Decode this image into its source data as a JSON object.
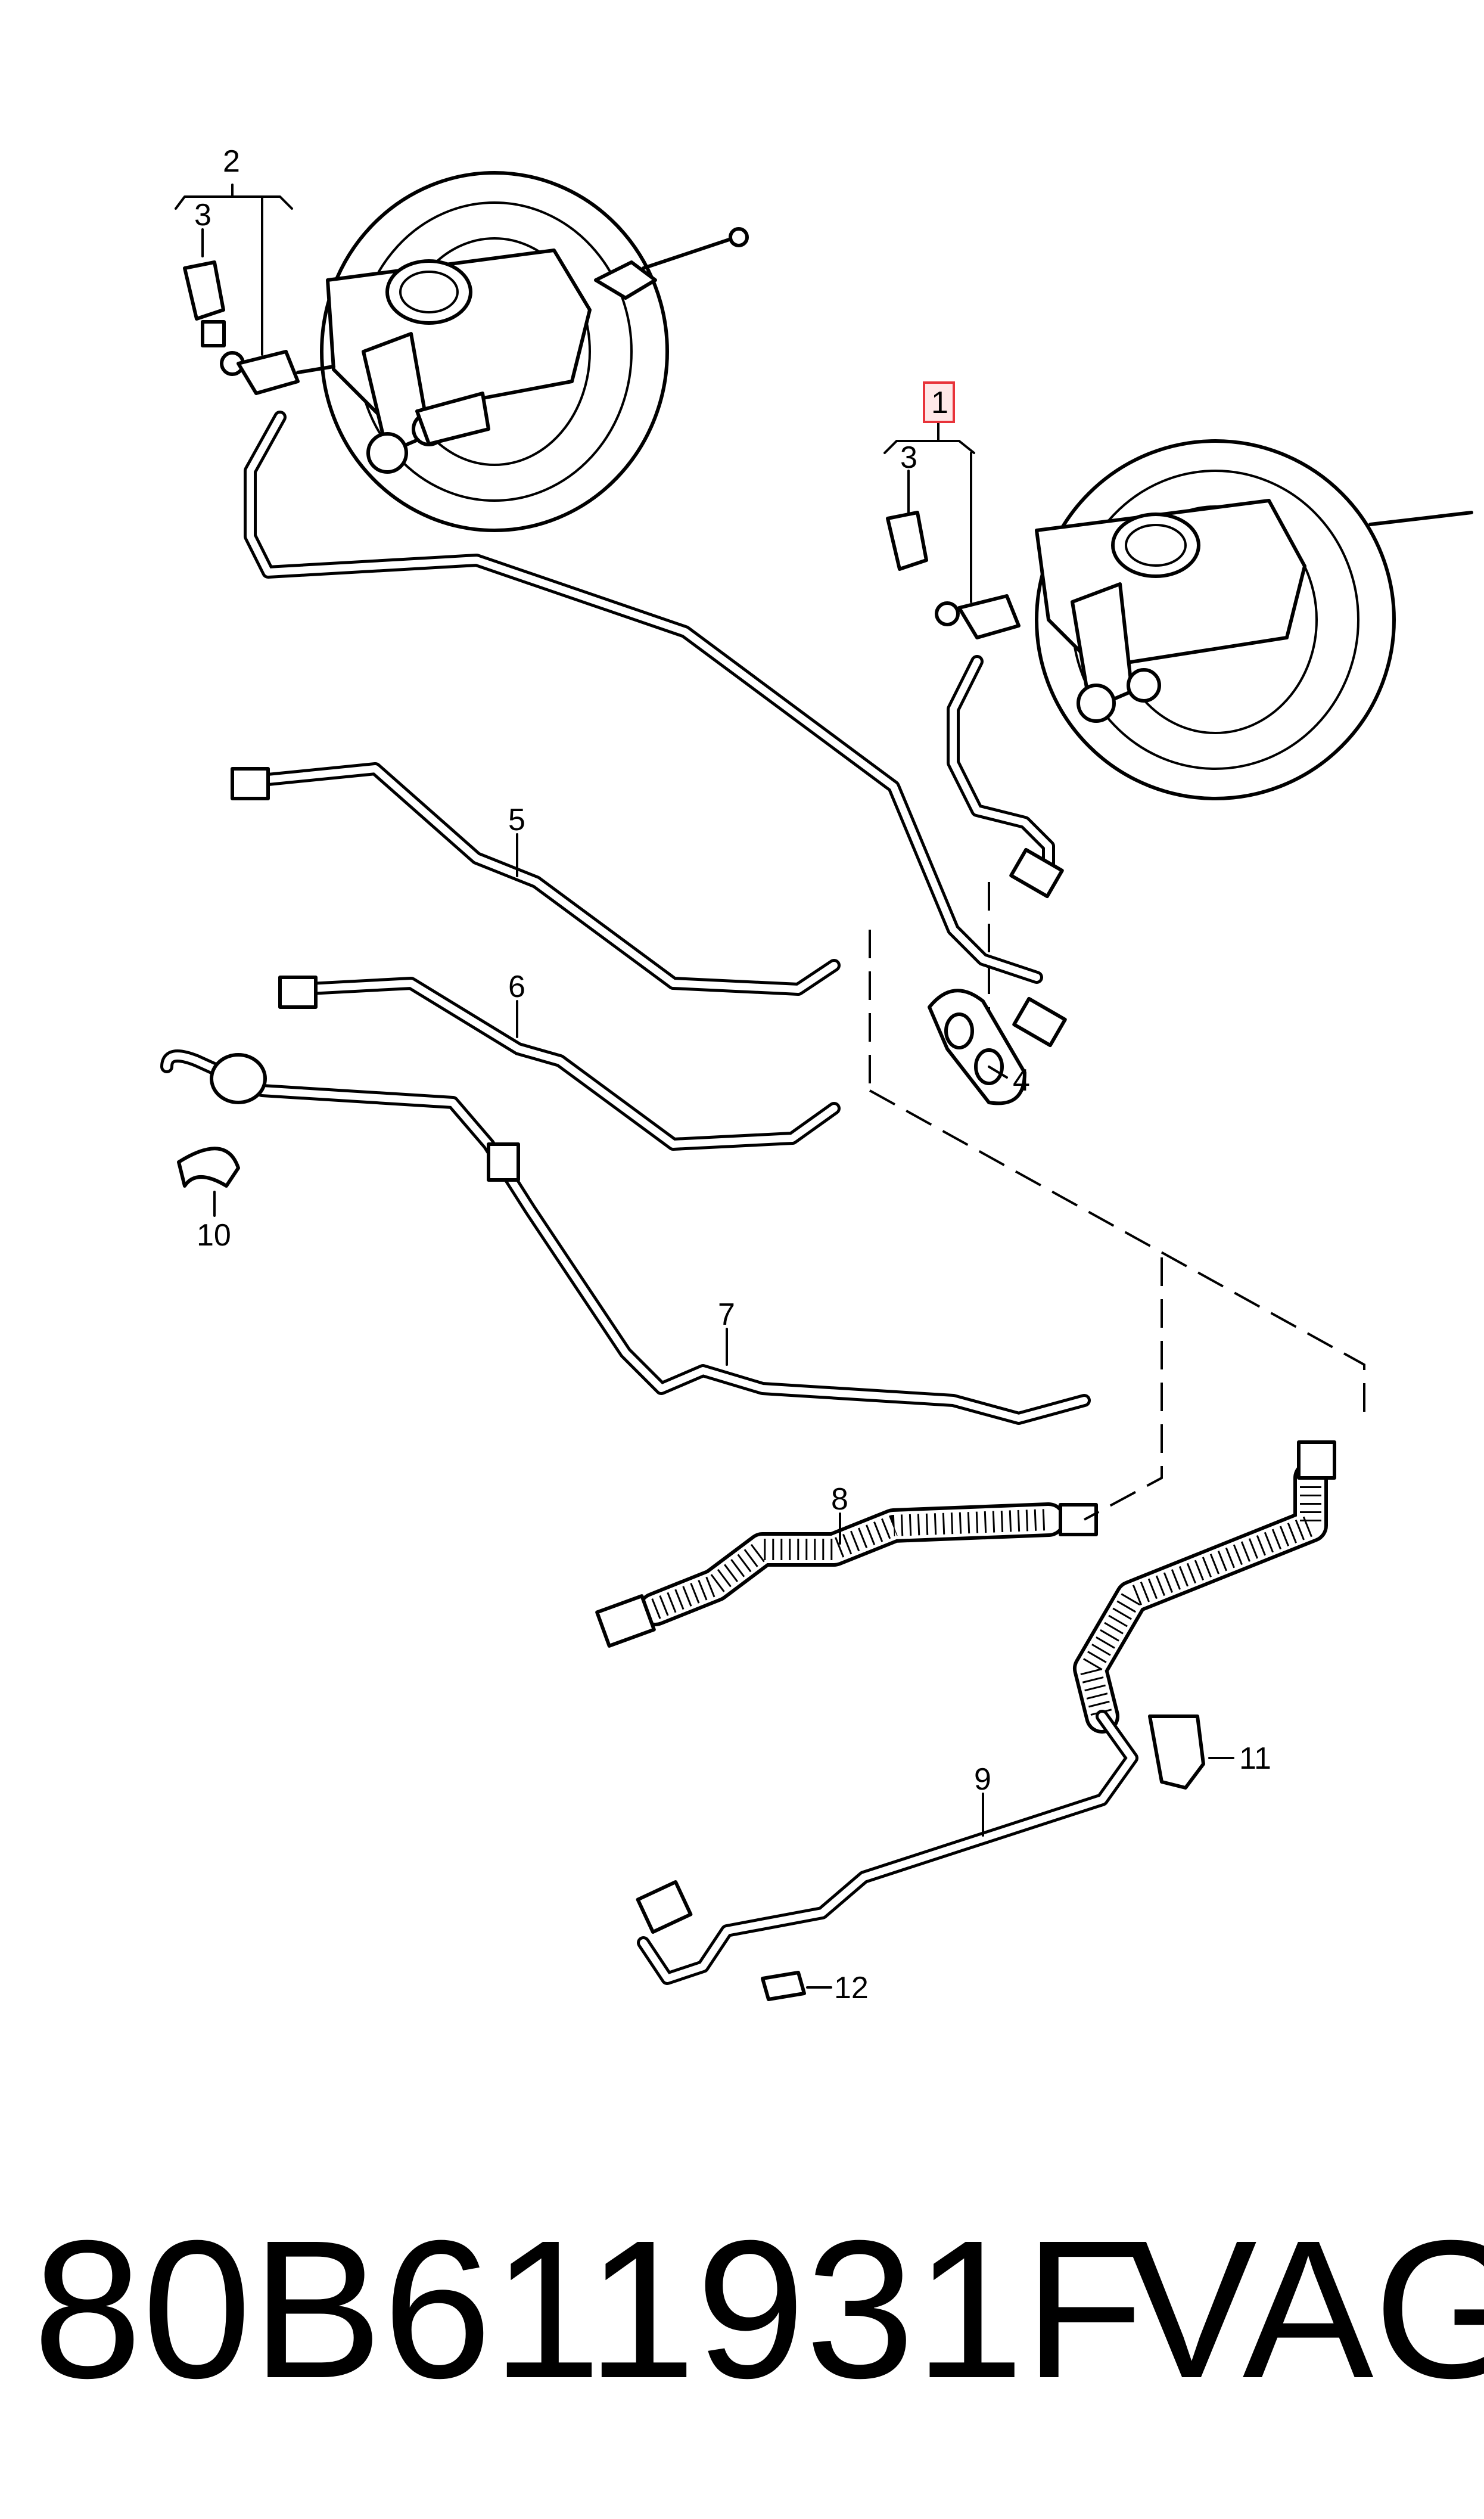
{
  "diagram": {
    "callouts": {
      "c1": "1",
      "c2": "2",
      "c3a": "3",
      "c3b": "3",
      "c4": "4",
      "c5": "5",
      "c6": "6",
      "c7": "7",
      "c8": "8",
      "c9": "9",
      "c10": "10",
      "c11": "11",
      "c12": "12"
    },
    "highlight_color": "#e8333a"
  },
  "footer": {
    "part_number": "80B611931F",
    "brand": "VAG"
  }
}
